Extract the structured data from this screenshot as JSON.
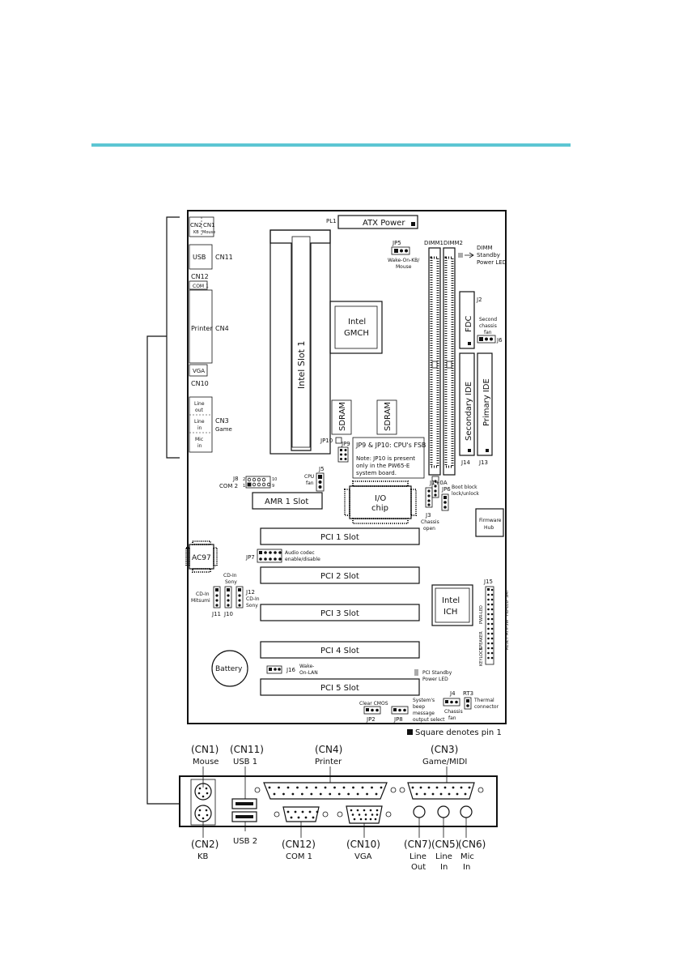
{
  "colors": {
    "accent_rule": "#5cc6d3",
    "ink": "#111111"
  },
  "board": {
    "kb": "KB",
    "cn1": "CN1",
    "cn2": "CN2",
    "mouse": "Mouse",
    "usb": "USB",
    "cn11": "CN11",
    "cn12": "CN12",
    "com1": "COM 1",
    "printer": "Printer",
    "cn4": "CN4",
    "vga": "VGA",
    "cn10": "CN10",
    "line_out_1": "Line",
    "line_out_2": "out",
    "line_in_1": "Line",
    "line_in_2": "in",
    "mic_1": "Mic",
    "mic_2": "in",
    "cn3": "CN3",
    "game": "Game",
    "pl1": "PL1",
    "atx_power": "ATX Power",
    "jp5": "JP5",
    "jp5_desc_1": "Wake-On-KB/",
    "jp5_desc_2": "Mouse",
    "dimm1": "DIMM1",
    "dimm2": "DIMM2",
    "dimm_led_1": "DIMM",
    "dimm_led_2": "Standby",
    "dimm_led_3": "Power LED",
    "slot1": "Intel Slot 1",
    "gmch_1": "Intel",
    "gmch_2": "GMCH",
    "sdram": "SDRAM",
    "j2": "J2",
    "fdc": "FDC",
    "second_fan_1": "Second",
    "second_fan_2": "chassis",
    "second_fan_3": "fan",
    "j6": "J6",
    "secondary_ide": "Secondary IDE",
    "primary_ide": "Primary IDE",
    "j14": "J14",
    "j13": "J13",
    "jp10": "JP10",
    "jp9": "JP9",
    "fsb_note_1": "JP9 & JP10: CPU's FSB",
    "fsb_note_2": "Note: JP10 is present",
    "fsb_note_3": "only in the PW65-E",
    "fsb_note_4": "system board.",
    "j8": "J8",
    "com2": "COM 2",
    "pin2": "2",
    "pin1": "1",
    "pin10": "10",
    "pin9": "9",
    "j5": "J5",
    "cpu_fan_1": "CPU",
    "cpu_fan_2": "fan",
    "amr": "AMR 1 Slot",
    "io_1": "I/O",
    "io_2": "chip",
    "j1": "J1",
    "j1_0a": "J1+0A",
    "j3": "J3",
    "chassis_open_1": "Chassis",
    "chassis_open_2": "open",
    "jp6": "JP6",
    "boot_1": "Boot block",
    "boot_2": "lock/unlock",
    "fwh_1": "Firmware",
    "fwh_2": "Hub",
    "ac97": "AC97",
    "jp7": "JP7",
    "audio_1": "Audio codec",
    "audio_2": "enable/disable",
    "pci1": "PCI 1 Slot",
    "pci2": "PCI 2 Slot",
    "pci3": "PCI 3 Slot",
    "pci4": "PCI 4 Slot",
    "pci5": "PCI 5 Slot",
    "cdin_sony_1": "CD-In",
    "cdin_sony_2": "Sony",
    "cdin_mitsumi_1": "CD-In",
    "cdin_mitsumi_2": "Mitsumi",
    "j12": "J12",
    "cdin2_1": "CD-In",
    "cdin2_2": "Sony",
    "j11": "J11",
    "j10": "J10",
    "ich_1": "Intel",
    "ich_2": "ICH",
    "j15": "J15",
    "j15_pins": [
      "SMI",
      "HD-LED",
      "ATX-SW",
      "RESET",
      "PWR-LED",
      "SPEAKER",
      "KEYLOCK"
    ],
    "battery": "Battery",
    "j16": "J16",
    "wol_1": "Wake-",
    "wol_2": "On-LAN",
    "pci_led_1": "PCI Standby",
    "pci_led_2": "Power LED",
    "clear_cmos": "Clear CMOS",
    "jp2": "JP2",
    "beep_1": "System's",
    "beep_2": "beep",
    "beep_3": "message",
    "beep_4": "output select",
    "jp8": "JP8",
    "j4": "J4",
    "chassis_fan_1": "Chassis",
    "chassis_fan_2": "fan",
    "rt3": "RT3",
    "thermal_1": "Thermal",
    "thermal_2": "connector",
    "legend": "Square denotes pin 1"
  },
  "panel": {
    "cn1_label": "(CN1)",
    "mouse": "Mouse",
    "cn11_label": "(CN11)",
    "usb1": "USB 1",
    "cn4_label": "(CN4)",
    "printer": "Printer",
    "cn3_label": "(CN3)",
    "game_midi": "Game/MIDI",
    "cn2_label": "(CN2)",
    "kb": "KB",
    "usb2": "USB 2",
    "cn12_label": "(CN12)",
    "com1": "COM 1",
    "cn10_label": "(CN10)",
    "vga": "VGA",
    "cn7_label": "(CN7)",
    "line_out_1": "Line",
    "line_out_2": "Out",
    "cn5_label": "(CN5)",
    "line_in_1": "Line",
    "line_in_2": "In",
    "cn6_label": "(CN6)",
    "mic_1": "Mic",
    "mic_2": "In"
  }
}
